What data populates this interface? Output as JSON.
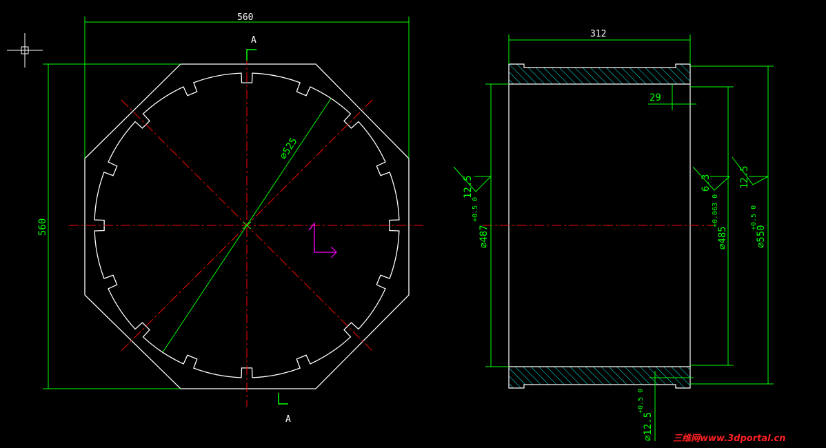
{
  "drawing": {
    "front_view": {
      "width_dim": "560",
      "height_dim": "560",
      "diameter_dim": "⌀525",
      "section_top": "A",
      "section_bottom": "A"
    },
    "side_view": {
      "width_dim": "312",
      "wall_dim": "29",
      "left_dia_base": "⌀487",
      "left_dia_tol": "+0.5 0",
      "inner_dia_base": "⌀485",
      "inner_dia_tol": "+0.063 0",
      "outer_dia_base": "⌀550",
      "outer_dia_tol": "+0.5 0",
      "hole_dia_base": "⌀12.5",
      "hole_dia_tol": "+0.5 0",
      "rough_left": "12.5",
      "rough_inner": "6.3",
      "rough_outer": "12.5"
    },
    "watermark": "三维网www.3dportal.cn"
  },
  "colors": {
    "background": "#000000",
    "outline": "#ffffff",
    "dimension": "#00ff00",
    "centerline": "#ff0000",
    "ucs": "#ff00ff",
    "hatch": "#00ffff"
  }
}
